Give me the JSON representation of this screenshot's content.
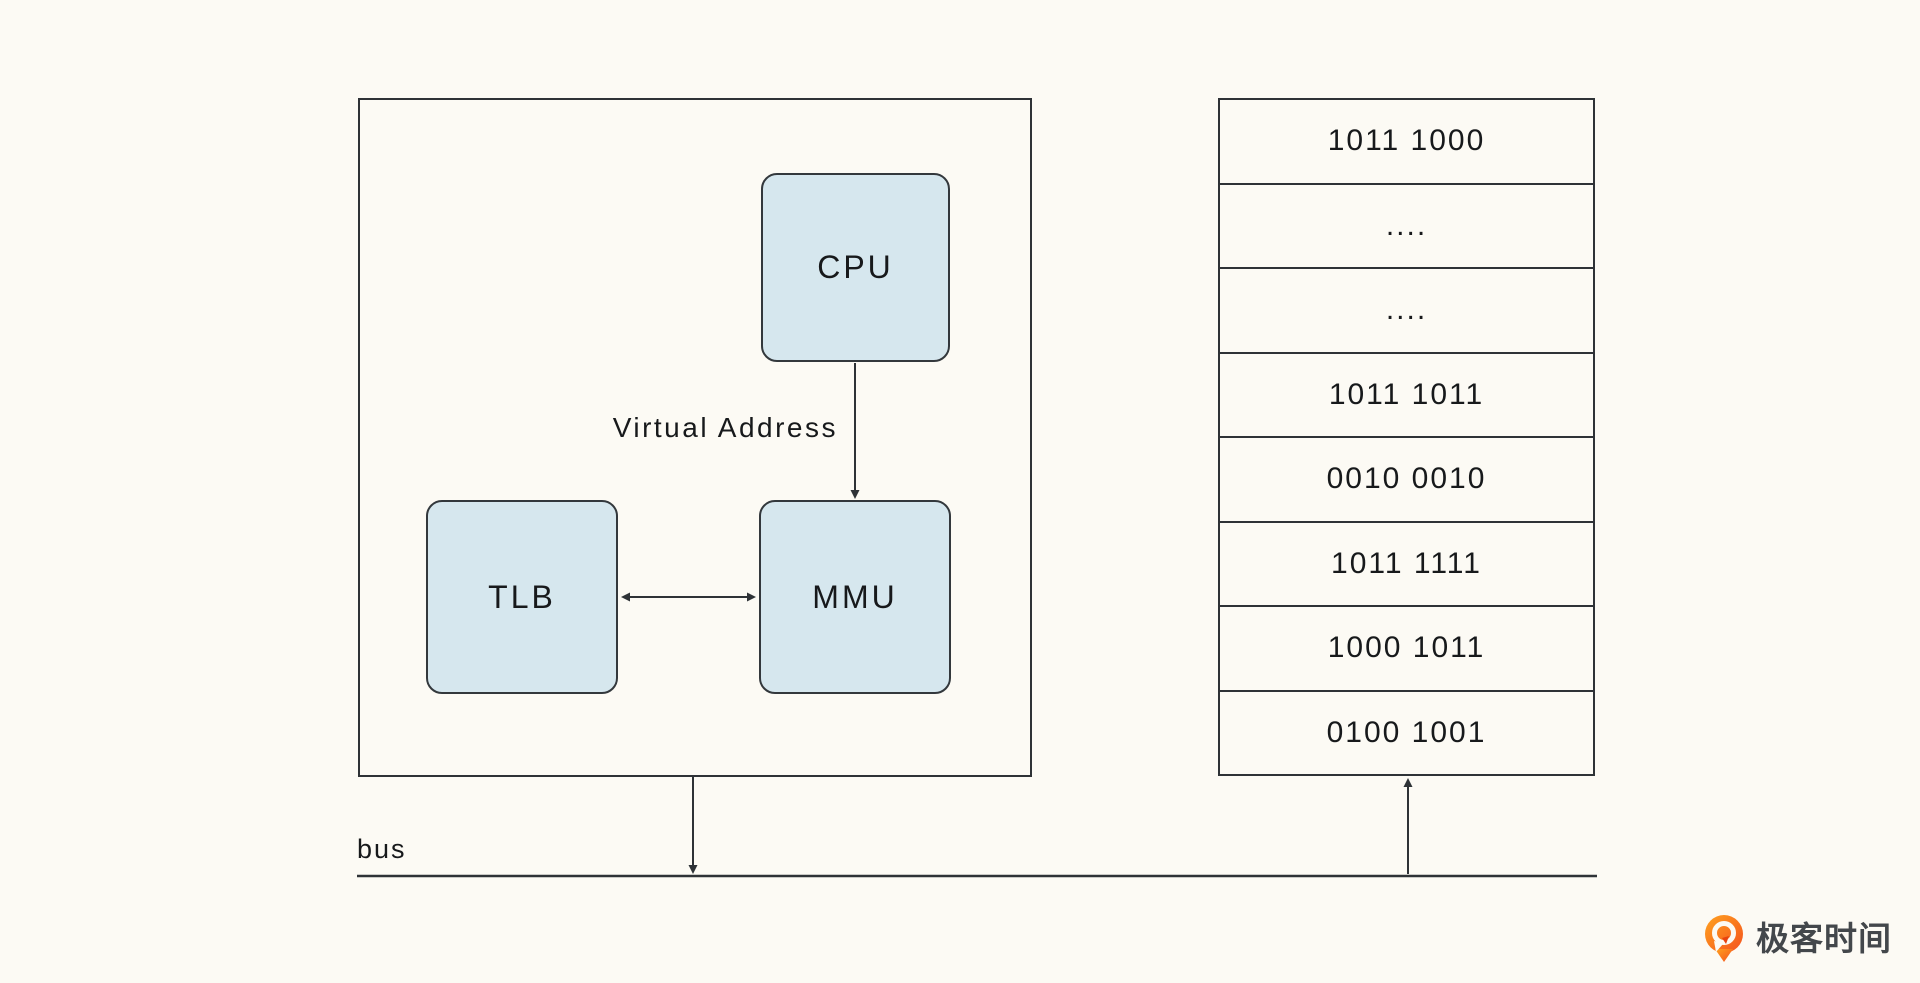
{
  "colors": {
    "background": "#fcfaf4",
    "node_fill": "#d6e7ee",
    "node_border": "#33383c",
    "line": "#2e3236",
    "text": "#17191b",
    "logo_orange_light": "#ffa21f",
    "logo_orange_dark": "#f4511e",
    "logo_text_color": "#43474b"
  },
  "chip": {
    "cpu_label": "CPU",
    "tlb_label": "TLB",
    "mmu_label": "MMU",
    "virtual_address_label": "Virtual Address"
  },
  "bus": {
    "label": "bus"
  },
  "memory": {
    "rows": [
      "1011 1000",
      "....",
      "....",
      "1011 1011",
      "0010 0010",
      "1011 1111",
      "1000 1011",
      "0100 1001"
    ]
  },
  "logo": {
    "icon": "geektime-pin-icon",
    "text": "极客时间"
  }
}
